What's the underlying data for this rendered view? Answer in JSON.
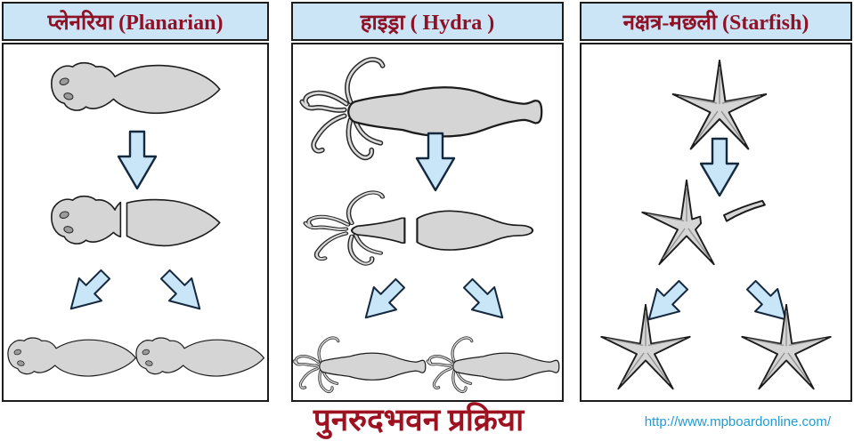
{
  "page": {
    "background": "#ffffff"
  },
  "colors": {
    "page_bg": "#ffffff",
    "header_bg": "#cbe5f6",
    "header_text": "#8e1126",
    "panel_border": "#1c1c1c",
    "panel_bg": "#ffffff",
    "body_fill": "#d5d5d5",
    "body_stroke": "#1c1c1c",
    "arrow_fill": "#c8e6f8",
    "arrow_stroke": "#14283e",
    "caption_color": "#9e1120",
    "link_color": "#1e9bd7"
  },
  "panels": [
    {
      "id": "planarian",
      "title": "प्लेनरिया (Planarian)"
    },
    {
      "id": "hydra",
      "title": "हाइड्रा ( Hydra )"
    },
    {
      "id": "starfish",
      "title": "नक्षत्र-मछली (Starfish)"
    }
  ],
  "icons": {
    "step_arrow": "down-arrow",
    "branch_left": "down-left-arrow",
    "branch_right": "down-right-arrow"
  },
  "footer": {
    "caption": "पुनरुदभवन प्रक्रिया",
    "link": "http://www.mpboardonline.com/"
  }
}
